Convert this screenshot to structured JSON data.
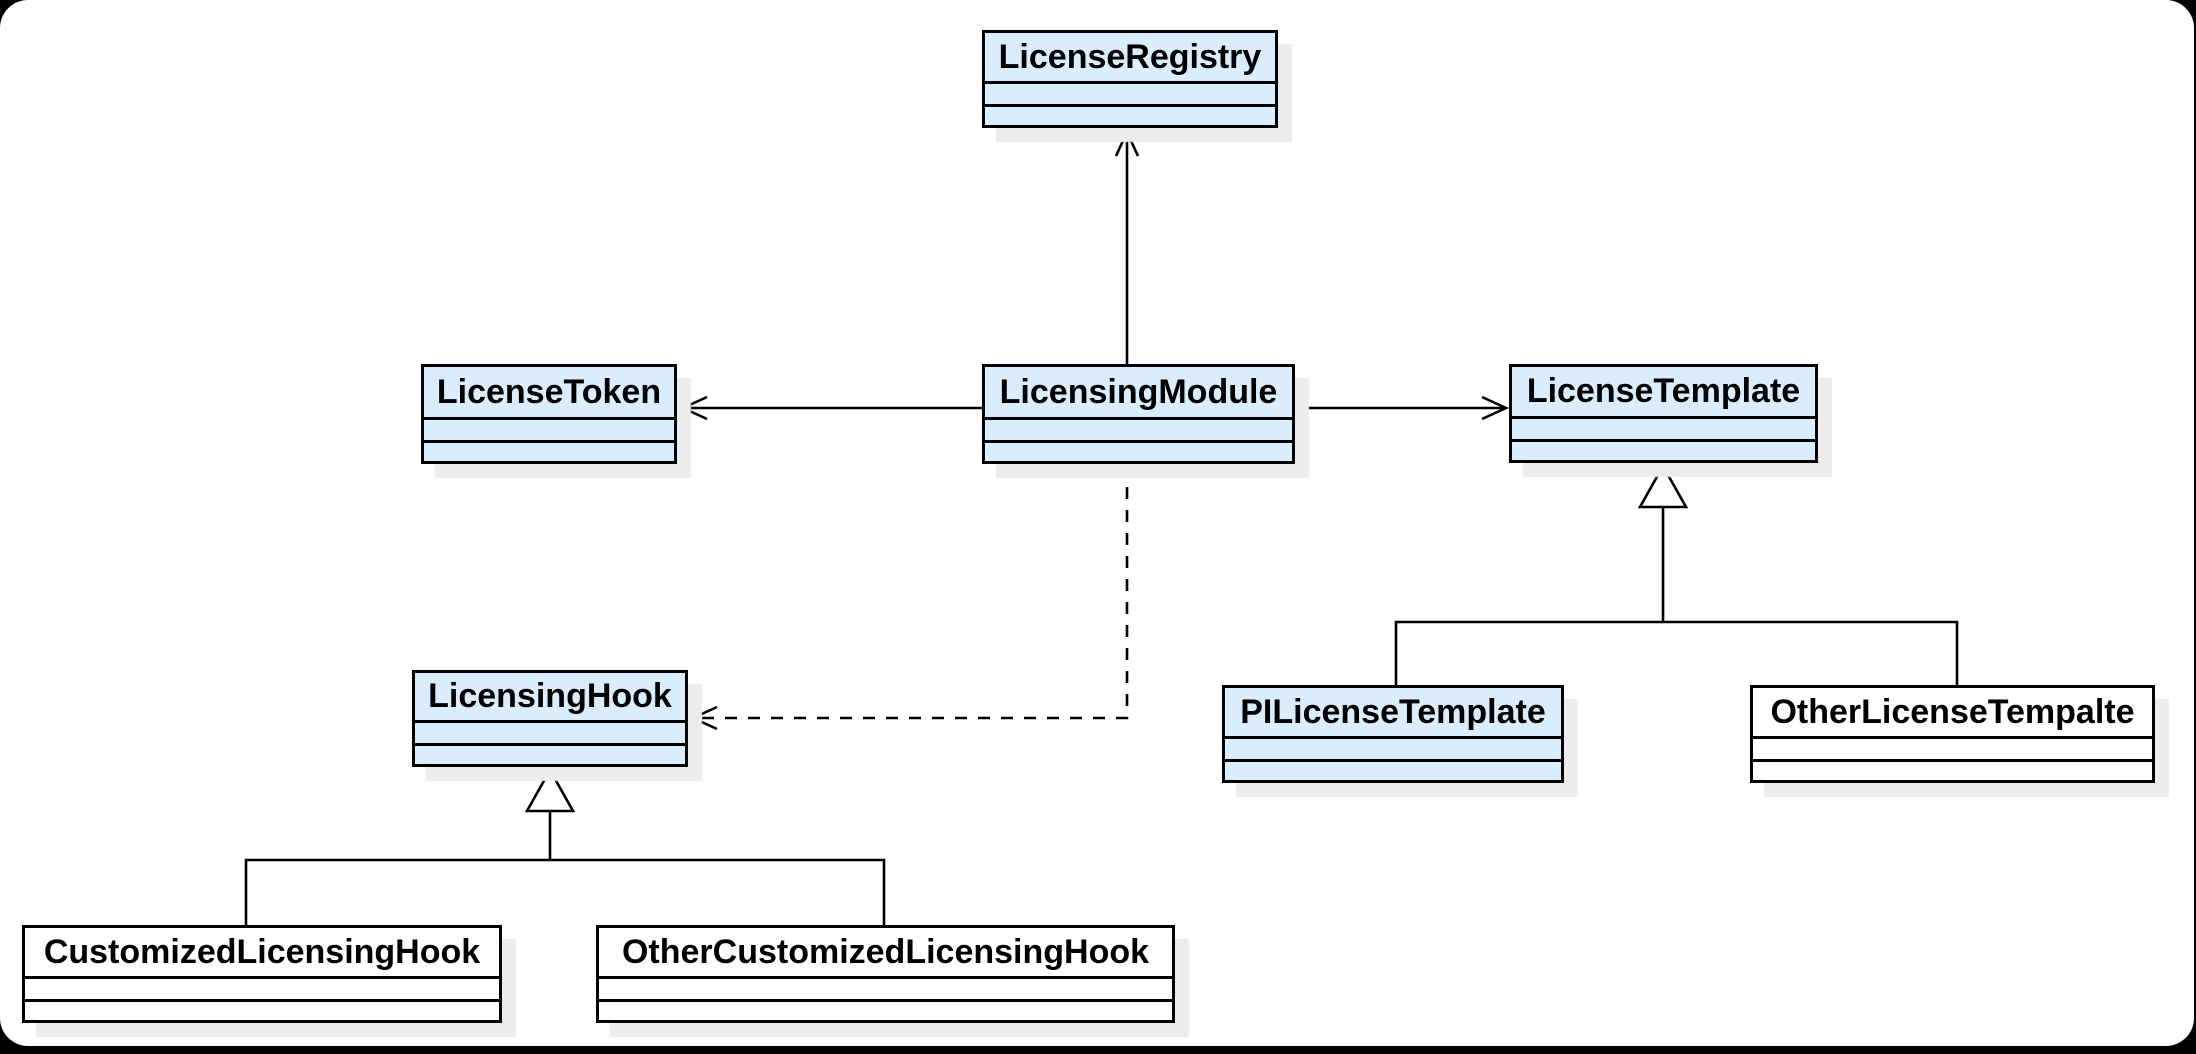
{
  "diagram": {
    "type": "uml-class-diagram",
    "classes": [
      {
        "name": "LicenseRegistry",
        "fill": "#d9edfc"
      },
      {
        "name": "LicenseToken",
        "fill": "#d9edfc"
      },
      {
        "name": "LicensingModule",
        "fill": "#d9edfc"
      },
      {
        "name": "LicenseTemplate",
        "fill": "#d9edfc"
      },
      {
        "name": "LicensingHook",
        "fill": "#d9edfc"
      },
      {
        "name": "PILicenseTemplate",
        "fill": "#d9edfc"
      },
      {
        "name": "OtherLicenseTempalte",
        "fill": "#ffffff"
      },
      {
        "name": "CustomizedLicensingHook",
        "fill": "#ffffff"
      },
      {
        "name": "OtherCustomizedLicensingHook",
        "fill": "#ffffff"
      }
    ],
    "relationships": [
      {
        "from": "LicensingModule",
        "to": "LicenseRegistry",
        "type": "directed-association",
        "line": "solid"
      },
      {
        "from": "LicensingModule",
        "to": "LicenseToken",
        "type": "directed-association",
        "line": "solid"
      },
      {
        "from": "LicensingModule",
        "to": "LicenseTemplate",
        "type": "directed-association",
        "line": "solid"
      },
      {
        "from": "LicensingModule",
        "to": "LicensingHook",
        "type": "dependency",
        "line": "dashed"
      },
      {
        "from": "PILicenseTemplate",
        "to": "LicenseTemplate",
        "type": "generalization",
        "line": "solid"
      },
      {
        "from": "OtherLicenseTempalte",
        "to": "LicenseTemplate",
        "type": "generalization",
        "line": "solid"
      },
      {
        "from": "CustomizedLicensingHook",
        "to": "LicensingHook",
        "type": "generalization",
        "line": "solid"
      },
      {
        "from": "OtherCustomizedLicensingHook",
        "to": "LicensingHook",
        "type": "generalization",
        "line": "solid"
      }
    ],
    "colors": {
      "class_fill_blue": "#d9edfc",
      "class_fill_white": "#ffffff",
      "stroke": "#000000",
      "shadow": "#ececec",
      "page_background": "#ffffff",
      "outer_background": "#000000"
    }
  }
}
